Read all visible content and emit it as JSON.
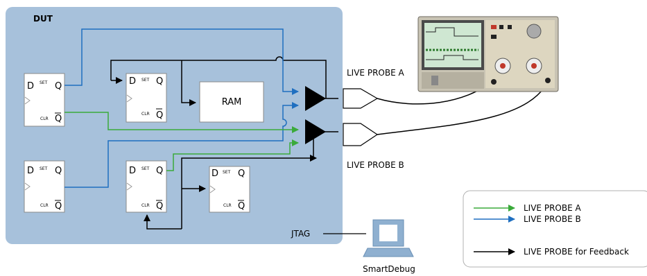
{
  "dut": {
    "title": "DUT",
    "background": "#a7c1db"
  },
  "flipflop": {
    "d": "D",
    "set": "SET",
    "clr": "CLR",
    "q": "Q",
    "qbar": "Q"
  },
  "ram": {
    "label": "RAM"
  },
  "probes": {
    "a_label": "LIVE PROBE A",
    "b_label": "LIVE PROBE B"
  },
  "jtag": {
    "label": "JTAG"
  },
  "computer": {
    "label": "SmartDebug"
  },
  "legend": {
    "items": [
      {
        "label": "LIVE PROBE A",
        "color": "#3aaa3a"
      },
      {
        "label": "LIVE PROBE B",
        "color": "#1f6fc0"
      },
      {
        "label": "LIVE PROBE for Feedback",
        "color": "#000000"
      }
    ]
  },
  "colors": {
    "green": "#3aaa3a",
    "blue": "#1f6fc0",
    "black": "#000000"
  }
}
